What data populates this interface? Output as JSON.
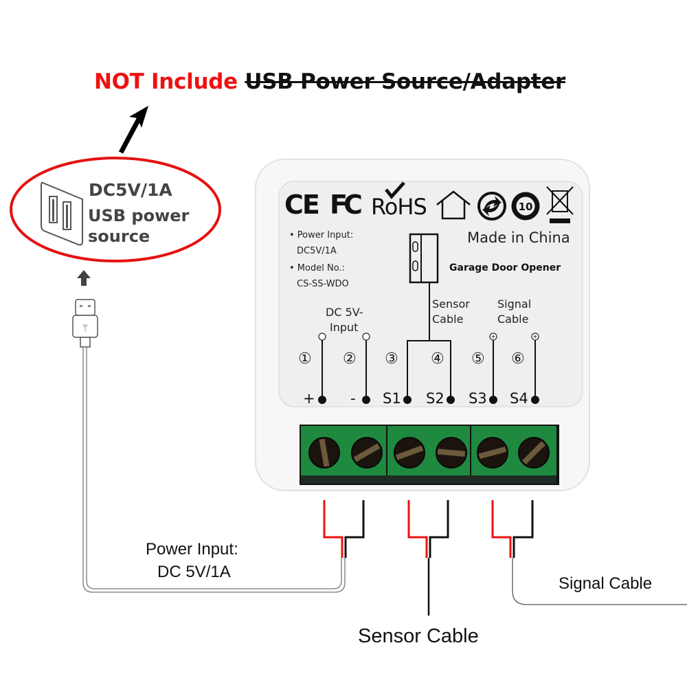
{
  "headline": {
    "emphasis": "NOT Include",
    "struck": "USB Power Source/Adapter"
  },
  "usb_source": {
    "spec": "DC5V/1A",
    "line1": "USB power",
    "line2": "source"
  },
  "device": {
    "certifications": [
      "CE",
      "FC",
      "RoHS",
      "house",
      "recycle",
      "10-year",
      "weee"
    ],
    "cert_text": {
      "ce": "CE",
      "fc": "FC",
      "rohs": "RoHS",
      "ten": "10"
    },
    "made_in": "Made in China",
    "product_name": "Garage Door Opener",
    "specs": [
      {
        "label": "• Power Input:",
        "value": "DC5V/1A"
      },
      {
        "label": "• Model No.:",
        "value": "CS-SS-WDO"
      }
    ],
    "group_labels": {
      "dc_input_1": "DC 5V-",
      "dc_input_2": "Input",
      "sensor_1": "Sensor",
      "sensor_2": "Cable",
      "signal_1": "Signal",
      "signal_2": "Cable"
    },
    "terminals": [
      {
        "index": "①",
        "label": "+"
      },
      {
        "index": "②",
        "label": "-"
      },
      {
        "index": "③",
        "label": "S1"
      },
      {
        "index": "④",
        "label": "S2"
      },
      {
        "index": "⑤",
        "label": "S3"
      },
      {
        "index": "⑥",
        "label": "S4"
      }
    ],
    "colors": {
      "terminal_block": "#1e8a3e",
      "wire_red": "#ee1111",
      "wire_black": "#111111"
    }
  },
  "callouts": {
    "power_1": "Power Input:",
    "power_2": "DC 5V/1A",
    "sensor": "Sensor Cable",
    "signal": "Signal Cable"
  }
}
